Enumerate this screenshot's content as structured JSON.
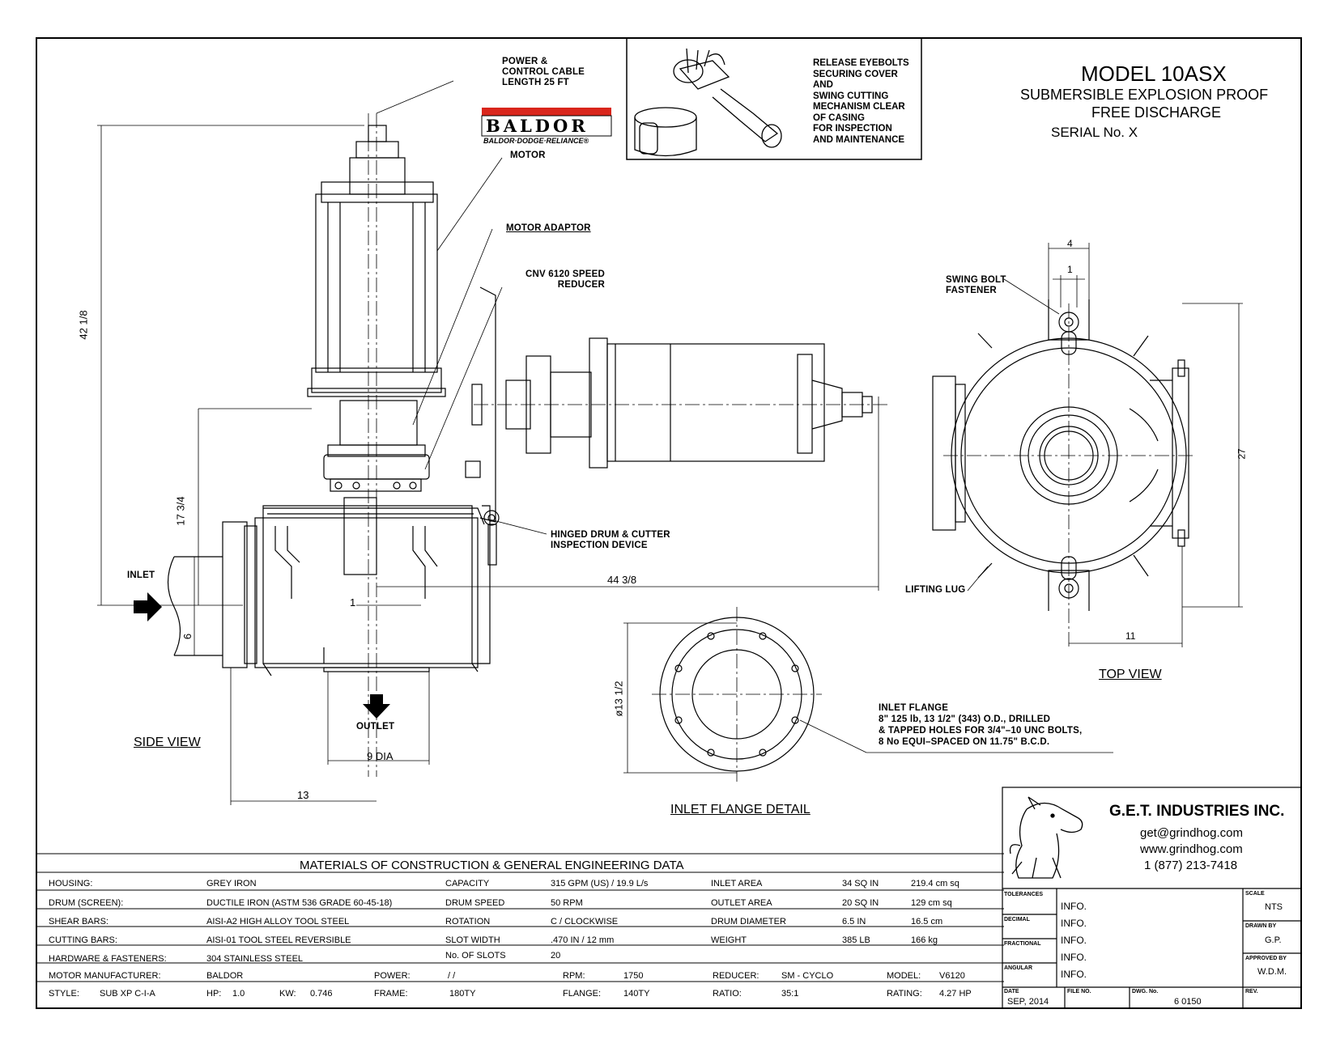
{
  "title_block": {
    "model": "MODEL 10ASX",
    "subtitle_1": "SUBMERSIBLE EXPLOSION PROOF",
    "subtitle_2": "FREE DISCHARGE",
    "serial": "SERIAL No.  X"
  },
  "inset_note": [
    "RELEASE EYEBOLTS",
    "SECURING COVER",
    "AND",
    "SWING CUTTING",
    "MECHANISM CLEAR",
    "OF CASING",
    "FOR INSPECTION",
    "AND  MAINTENANCE"
  ],
  "brand_logo": {
    "name": "BALDOR",
    "sub": "BALDOR·DODGE·RELIANCE®",
    "color": "#d9261c"
  },
  "callouts": {
    "power_cable": [
      "POWER  &",
      "CONTROL  CABLE",
      "LENGTH  25  FT"
    ],
    "motor": "MOTOR",
    "motor_adaptor": "MOTOR  ADAPTOR",
    "speed_reducer": [
      "CNV  6120  SPEED",
      "REDUCER"
    ],
    "hinged_drum": [
      "HINGED  DRUM  &  CUTTER",
      "INSPECTION  DEVICE"
    ],
    "inlet": "INLET",
    "outlet": "OUTLET",
    "swing_bolt": [
      "SWING  BOLT",
      "FASTENER"
    ],
    "lifting_lug": "LIFTING  LUG",
    "inlet_flange_note": [
      "INLET  FLANGE",
      "8\"  125  lb,  13  1/2\"  (343)  O.D.,  DRILLED",
      "&  TAPPED  HOLES  FOR  3/4\"–10  UNC  BOLTS,",
      "8  No  EQUI–SPACED  ON  11.75\"  B.C.D."
    ]
  },
  "dimensions": {
    "overall_height": "42  1/8",
    "inlet_height": "17  3/4",
    "inlet_dia": "6",
    "one": "1",
    "length": "44  3/8",
    "outlet_dia": "9  DIA",
    "thirteen": "13",
    "flange_dia": "ø13  1/2",
    "top_4": "4",
    "top_1": "1",
    "top_27": "27",
    "top_11": "11"
  },
  "view_labels": {
    "side": "SIDE  VIEW",
    "top": "TOP  VIEW",
    "flange": "INLET  FLANGE  DETAIL"
  },
  "company": {
    "name": "G.E.T. INDUSTRIES INC.",
    "email": "get@grindhog.com",
    "web": "www.grindhog.com",
    "phone": "1 (877) 213-7418"
  },
  "materials": {
    "header": "MATERIALS OF CONSTRUCTION & GENERAL  ENGINEERING  DATA",
    "rows": [
      [
        "HOUSING:",
        "GREY IRON",
        "CAPACITY",
        "315 GPM (US)  /  19.9 L/s",
        "INLET  AREA",
        "34 SQ IN",
        "219.4 cm sq"
      ],
      [
        "DRUM (SCREEN):",
        "DUCTILE IRON (ASTM 536 GRADE 60-45-18)",
        "DRUM  SPEED",
        "50 RPM",
        "OUTLET  AREA",
        "20 SQ IN",
        "129 cm sq"
      ],
      [
        "SHEAR BARS:",
        "AISI-A2 HIGH ALLOY TOOL STEEL",
        "ROTATION",
        "C / CLOCKWISE",
        "DRUM  DIAMETER",
        "6.5  IN",
        "16.5 cm"
      ],
      [
        "CUTTING BARS:",
        "AISI-01 TOOL STEEL REVERSIBLE",
        "SLOT  WIDTH",
        ".470 IN /  12 mm",
        "WEIGHT",
        "385 LB",
        "166 kg"
      ],
      [
        "HARDWARE & FASTENERS:",
        "304 STAINLESS STEEL",
        "No.  OF SLOTS",
        "20",
        "",
        "",
        ""
      ]
    ],
    "motor_row": {
      "label": "MOTOR MANUFACTURER:",
      "maker": "BALDOR",
      "power_label": "POWER:",
      "power": "/    /",
      "rpm_label": "RPM:",
      "rpm": "1750",
      "reducer_label": "REDUCER:",
      "reducer": "SM - CYCLO",
      "model_label": "MODEL:",
      "model": "V6120"
    },
    "style_row": {
      "label": "STYLE:",
      "style": "SUB XP C-I-A",
      "hp_label": "HP:",
      "hp": "1.0",
      "kw_label": "KW:",
      "kw": "0.746",
      "frame_label": "FRAME:",
      "frame": "180TY",
      "flange_label": "FLANGE:",
      "flange": "140TY",
      "ratio_label": "RATIO:",
      "ratio": "35:1",
      "rating_label": "RATING:",
      "rating": "4.27 HP"
    }
  },
  "titleblock_fields": {
    "tolerances": "TOLERANCES",
    "decimal": "DECIMAL",
    "fractional": "FRACTIONAL",
    "angular": "ANGULAR",
    "info": [
      "INFO.",
      "INFO.",
      "INFO.",
      "INFO.",
      "INFO."
    ],
    "scale_label": "SCALE",
    "scale": "NTS",
    "drawn_label": "DRAWN BY",
    "drawn": "G.P.",
    "approved_label": "APPROVED BY",
    "approved": "W.D.M.",
    "date_label": "DATE",
    "date": "SEP, 2014",
    "file_label": "FILE NO.",
    "dwg_label": "DWG. No.",
    "dwg": "6 0150",
    "rev_label": "REV."
  }
}
